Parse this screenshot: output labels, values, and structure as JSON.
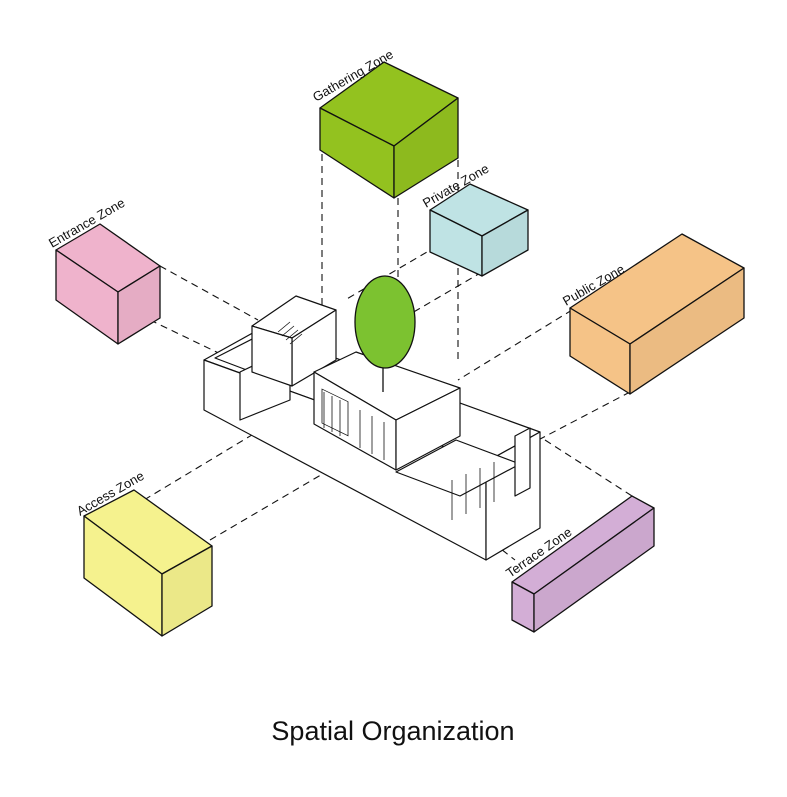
{
  "title": "Spatial Organization",
  "zones": {
    "gathering": {
      "label": "Gathering Zone",
      "color": "#93c21f"
    },
    "private": {
      "label": "Private Zone",
      "color": "#bfe3e4"
    },
    "entrance": {
      "label": "Entrance  Zone",
      "color": "#efb3cc"
    },
    "public": {
      "label": "Public Zone",
      "color": "#f5c387"
    },
    "access": {
      "label": "Access  Zone",
      "color": "#f5f28e"
    },
    "terrace": {
      "label": "Terrace  Zone",
      "color": "#d3aed6"
    }
  },
  "tree_color": "#7cc230"
}
